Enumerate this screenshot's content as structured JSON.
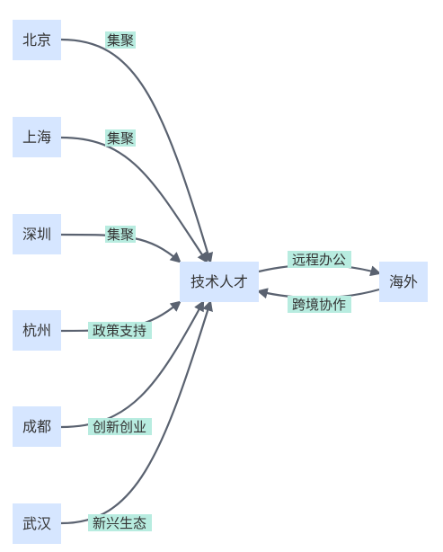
{
  "nodes": {
    "beijing": "北京",
    "shanghai": "上海",
    "shenzhen": "深圳",
    "hangzhou": "杭州",
    "chengdu": "成都",
    "wuhan": "武汉",
    "talent": "技术人才",
    "overseas": "海外"
  },
  "edges": {
    "beijing_talent": "集聚",
    "shanghai_talent": "集聚",
    "shenzhen_talent": "集聚",
    "hangzhou_talent": "政策支持",
    "chengdu_talent": "创新创业",
    "wuhan_talent": "新兴生态",
    "talent_overseas": "远程办公",
    "overseas_talent": "跨境协作"
  },
  "colors": {
    "node_fill": "#d6e6ff",
    "edge_stroke": "#5a6270",
    "label_bg": "#b8ece0"
  }
}
